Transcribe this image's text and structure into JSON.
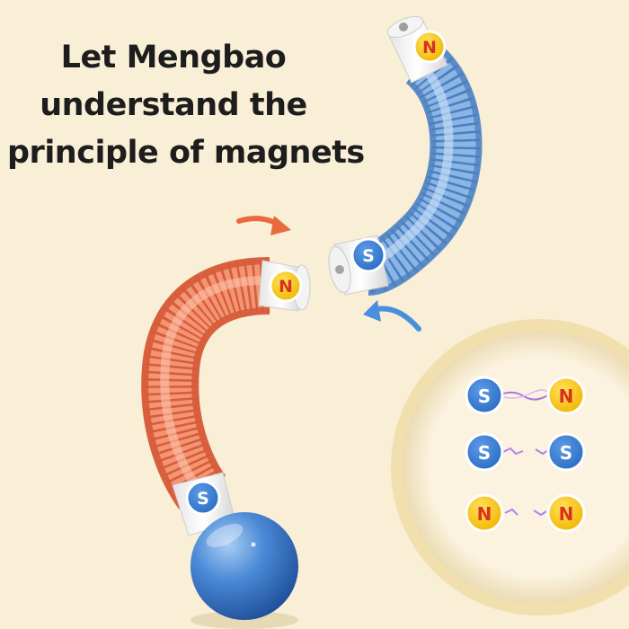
{
  "headline": {
    "line1": "Let Mengbao",
    "line2": "understand the",
    "line3": "principle of magnets"
  },
  "colors": {
    "background": "#f8efd6",
    "blue_tube": "#6fa0d6",
    "orange_tube": "#ef7d5e",
    "north_badge": "#f6c612",
    "north_text": "#d9321f",
    "south_badge": "#3a7fd6",
    "south_text": "#ffffff",
    "arrow_orange": "#ea6a3f",
    "arrow_blue": "#4a8fde",
    "ball": "#3e7fd0"
  },
  "blue_tube": {
    "top_cap_pole": "N",
    "bottom_cap_pole": "S"
  },
  "orange_tube": {
    "top_cap_pole": "N",
    "bottom_cap_pole": "S"
  },
  "magnet_pairs": [
    {
      "left": "S",
      "right": "N",
      "interaction": "attract"
    },
    {
      "left": "S",
      "right": "S",
      "interaction": "repel"
    },
    {
      "left": "N",
      "right": "N",
      "interaction": "repel"
    }
  ],
  "icons": [
    "curved-arrow-icon",
    "magnet-badge-icon",
    "spark-icon"
  ]
}
